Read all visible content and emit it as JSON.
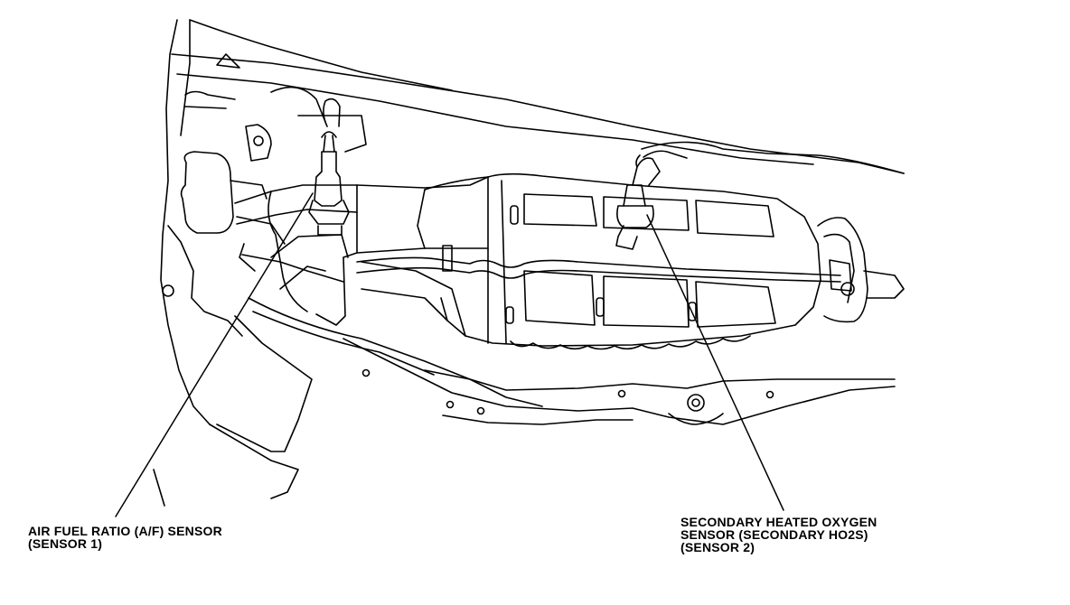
{
  "labels": {
    "af_sensor": {
      "line1": "AIR FUEL RATIO (A/F) SENSOR",
      "line2": "(SENSOR 1)"
    },
    "secondary_ho2s": {
      "line1": "SECONDARY HEATED OXYGEN",
      "line2": "SENSOR (SECONDARY HO2S)",
      "line3": "(SENSOR 2)"
    }
  },
  "colors": {
    "stroke": "#000000",
    "background": "#ffffff"
  }
}
